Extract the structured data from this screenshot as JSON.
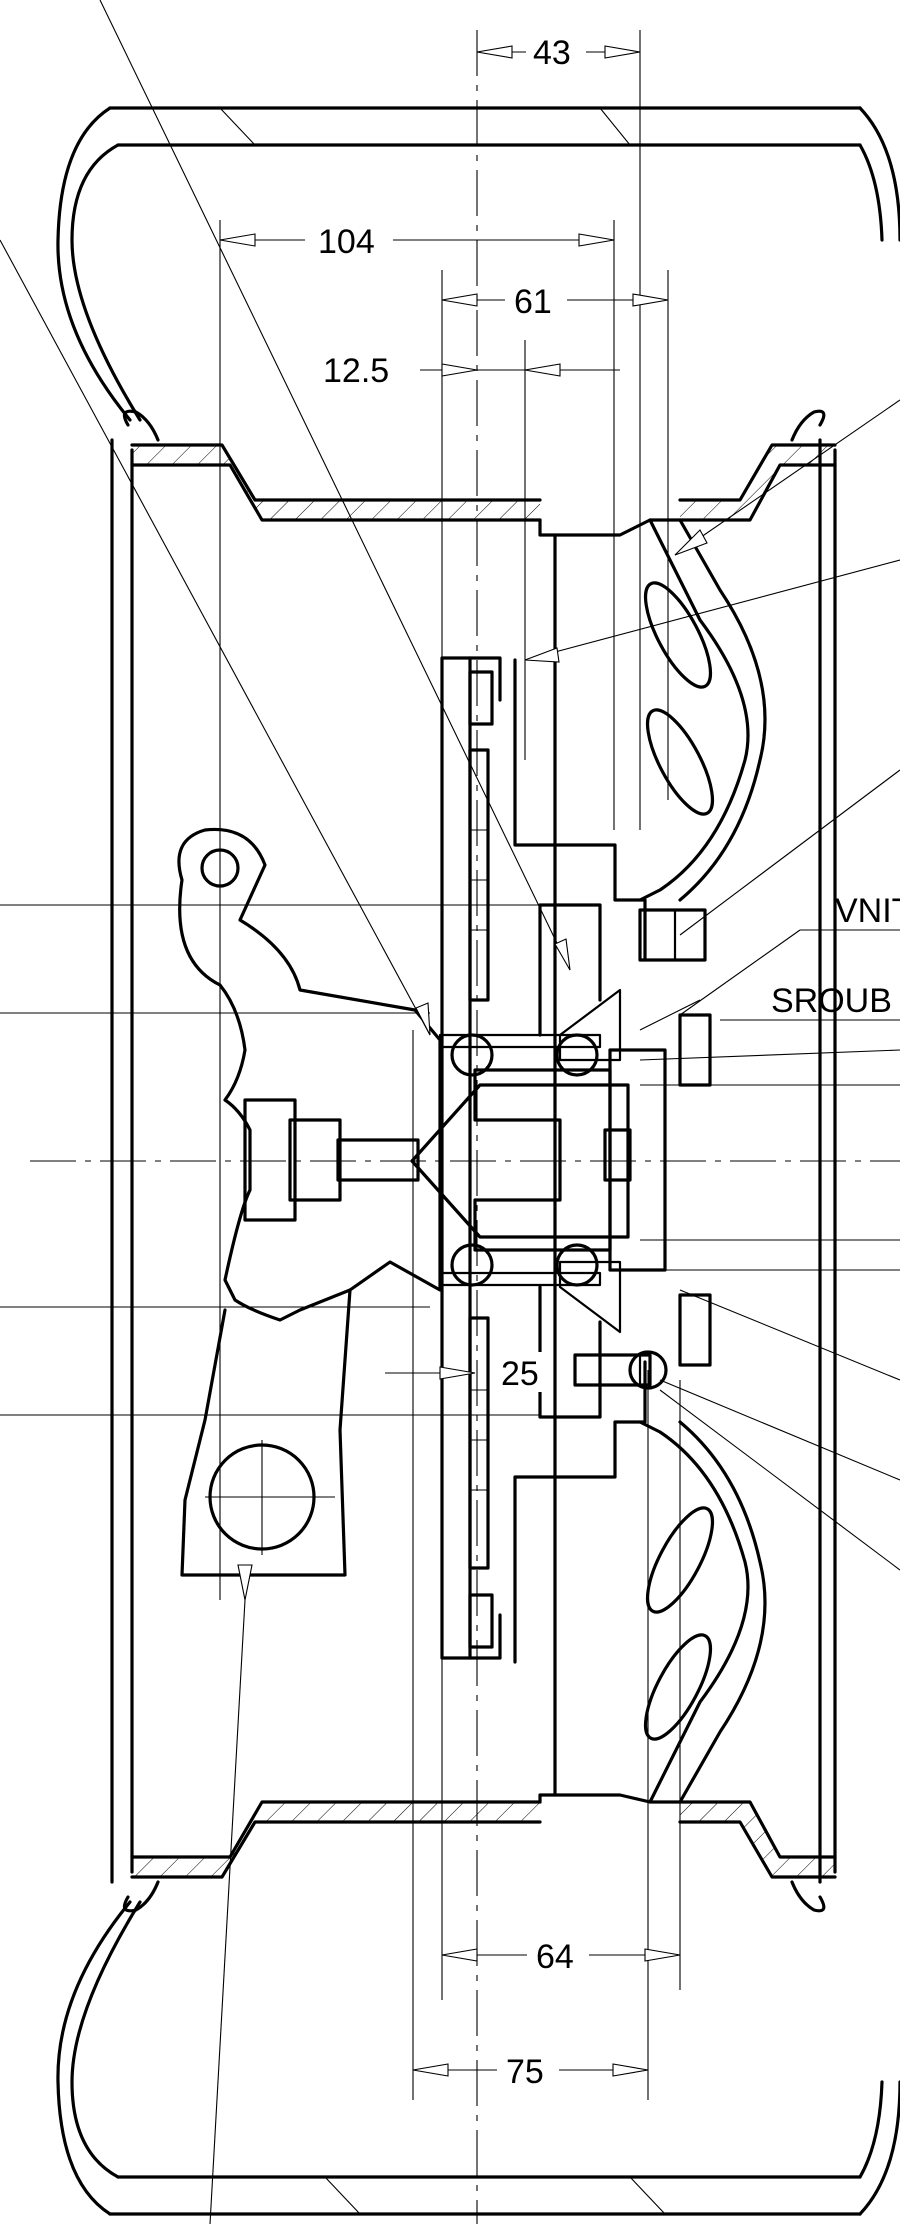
{
  "drawing": {
    "dimensions": [
      {
        "id": "d43",
        "text": "43"
      },
      {
        "id": "d104",
        "text": "104"
      },
      {
        "id": "d61",
        "text": "61"
      },
      {
        "id": "d125",
        "text": "12.5"
      },
      {
        "id": "d25",
        "text": "25"
      },
      {
        "id": "d64",
        "text": "64"
      },
      {
        "id": "d75",
        "text": "75"
      }
    ],
    "callouts": [
      {
        "id": "vnit",
        "text": "VNIT"
      },
      {
        "id": "sroub",
        "text": "SROUB"
      }
    ]
  }
}
